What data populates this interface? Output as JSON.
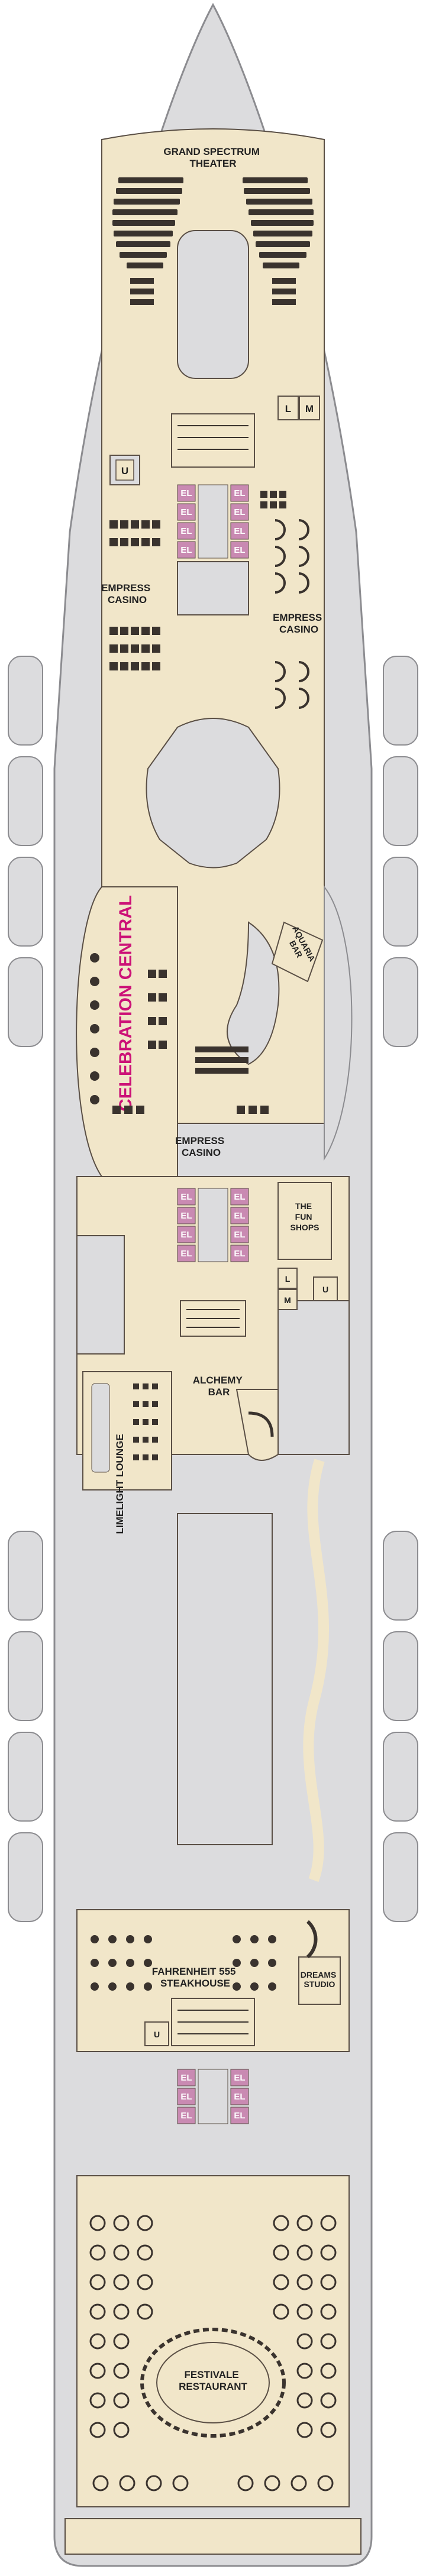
{
  "colors": {
    "hull": "#dcdcde",
    "hull_edge": "#8c8c90",
    "venue": "#f1e6c9",
    "venue_edge": "#5a4f45",
    "furniture": "#3a332e",
    "elevator": "#c98ab2",
    "accent": "#cc1177"
  },
  "venues": {
    "grand_spectrum_theater": [
      "GRAND SPECTRUM",
      "THEATER"
    ],
    "empress_casino_left": [
      "EMPRESS",
      "CASINO"
    ],
    "empress_casino_right": [
      "EMPRESS",
      "CASINO"
    ],
    "aquaria_bar": [
      "AQUARIA",
      "BAR"
    ],
    "celebration_central": "CELEBRATION CENTRAL",
    "empress_casino_lower": [
      "EMPRESS",
      "CASINO"
    ],
    "the_fun_shops": [
      "THE",
      "FUN",
      "SHOPS"
    ],
    "limelight_lounge": "LIMELIGHT LOUNGE",
    "alchemy_bar": [
      "ALCHEMY",
      "BAR"
    ],
    "fahrenheit_555": [
      "FAHRENHEIT 555",
      "STEAKHOUSE"
    ],
    "dreams_studio": [
      "DREAMS",
      "STUDIO"
    ],
    "festivale_restaurant": [
      "FESTIVALE",
      "RESTAURANT"
    ]
  },
  "symbols": {
    "elevator": "EL",
    "ladies_restroom": "L",
    "mens_restroom": "M",
    "unisex_restroom": "U"
  }
}
